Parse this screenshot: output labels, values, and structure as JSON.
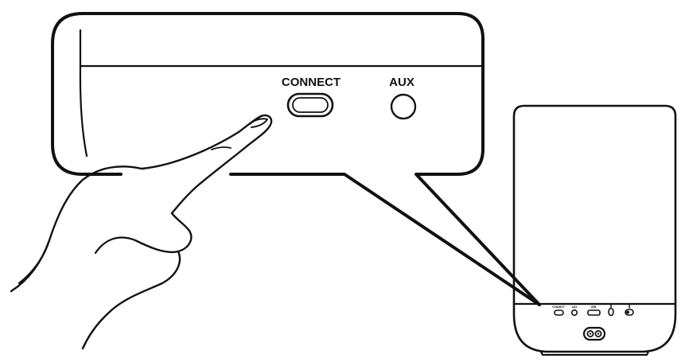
{
  "callout": {
    "connect_label": "CONNECT",
    "aux_label": "AUX"
  },
  "speaker": {
    "port_labels": {
      "connect": "CONNECT",
      "aux": "AUX",
      "usb": "USB"
    }
  },
  "colors": {
    "ink": "#111111",
    "background": "#ffffff"
  },
  "icons": [
    "hand-pointer-icon",
    "connect-button-icon",
    "aux-jack-icon",
    "usb-port-icon",
    "power-port-icon"
  ]
}
